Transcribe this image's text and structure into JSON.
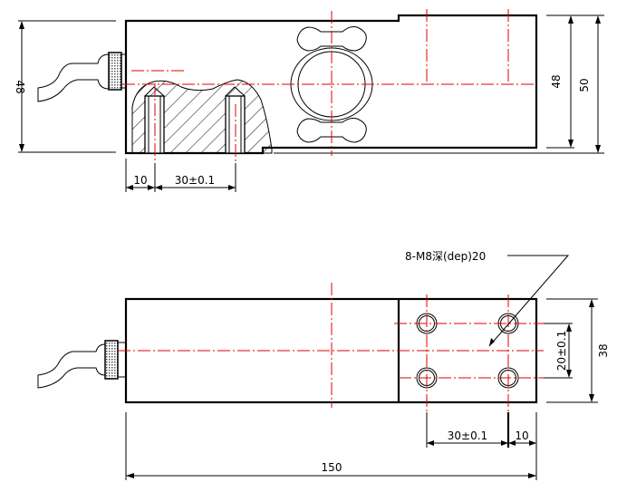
{
  "top_view": {
    "dim_height_left": "48",
    "dim_height_right": "48",
    "dim_total_height": "50",
    "dim_edge": "10",
    "dim_hole_spacing": "30±0.1"
  },
  "bottom_view": {
    "hole_callout": "8-M8深(dep)20",
    "dim_width": "38",
    "dim_hole_spacing_v": "20±0.1",
    "dim_hole_spacing_h": "30±0.1",
    "dim_edge": "10",
    "dim_length": "150"
  },
  "colors": {
    "outline": "#000000",
    "centerline": "#e00000"
  }
}
